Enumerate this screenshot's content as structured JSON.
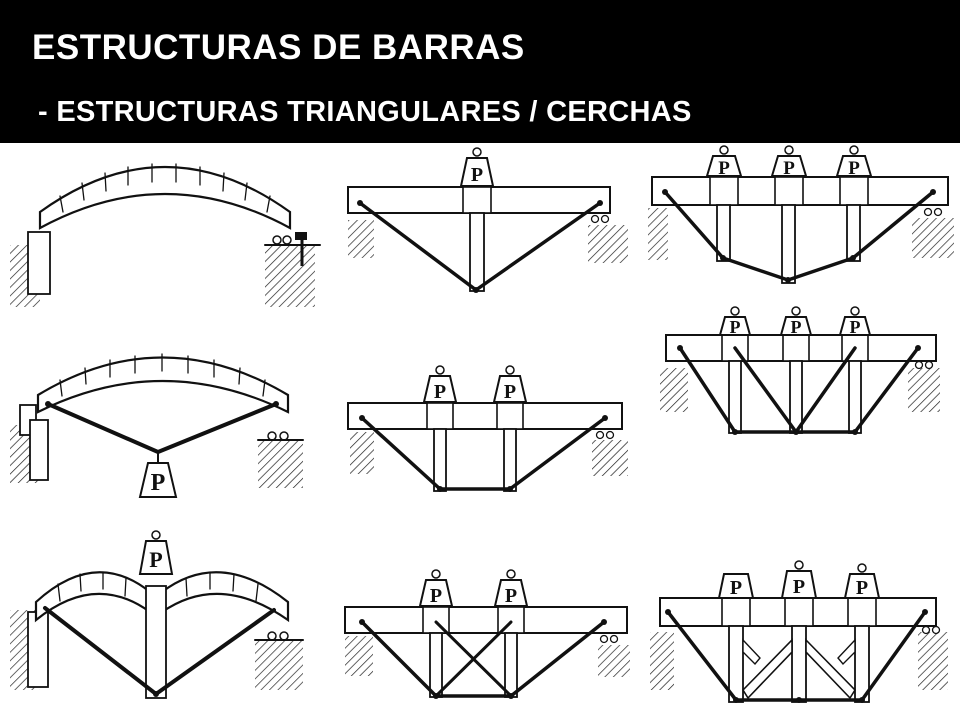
{
  "header": {
    "title": "ESTRUCTURAS DE BARRAS",
    "subtitle": "- ESTRUCTURAS TRIANGULARES / CERCHAS"
  },
  "figures": {
    "load_label": "P"
  },
  "colors": {
    "banner": "#000000",
    "banner_text": "#ffffff",
    "ink": "#111111",
    "paper": "#ffffff"
  }
}
